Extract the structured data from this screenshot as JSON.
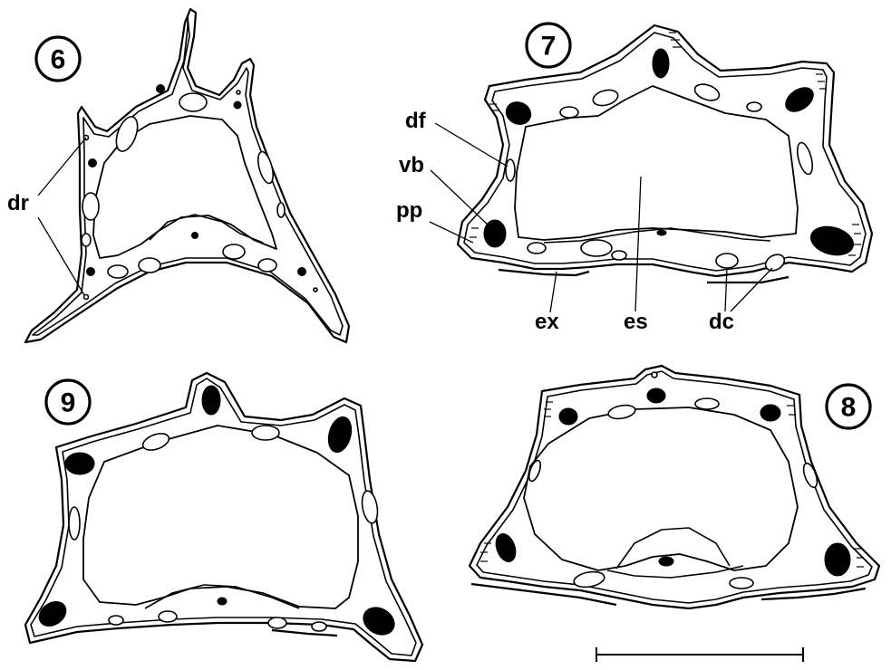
{
  "panels": [
    {
      "id": "6",
      "label": "6"
    },
    {
      "id": "7",
      "label": "7"
    },
    {
      "id": "8",
      "label": "8"
    },
    {
      "id": "9",
      "label": "9"
    }
  ],
  "labels": {
    "dr": "dr",
    "df": "df",
    "vb": "vb",
    "pp": "pp",
    "ex": "ex",
    "es": "es",
    "dc": "dc"
  }
}
